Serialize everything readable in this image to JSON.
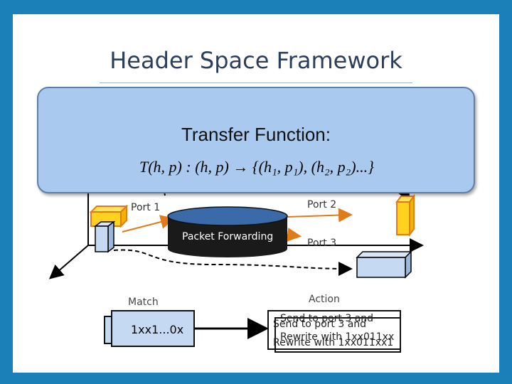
{
  "title": "Header Space Framework",
  "transfer_function": {
    "label": "Transfer Function:",
    "formula": "T(h, p) : (h, p) → {(h₁, p₁), (h₂, p₂)...}"
  },
  "ports": {
    "port1": "Port 1",
    "port2": "Port 2",
    "port3": "Port 3"
  },
  "center_label": "Packet Forwarding",
  "match": {
    "heading": "Match",
    "value": "1xx1...0x"
  },
  "action": {
    "heading": "Action",
    "back_line1": "Send to port 3 and",
    "back_line2": "Rewrite with 1xx011xx",
    "front_line1": "Send to port 3 and",
    "front_line2": "Rewrite with 1xx011xx1"
  }
}
